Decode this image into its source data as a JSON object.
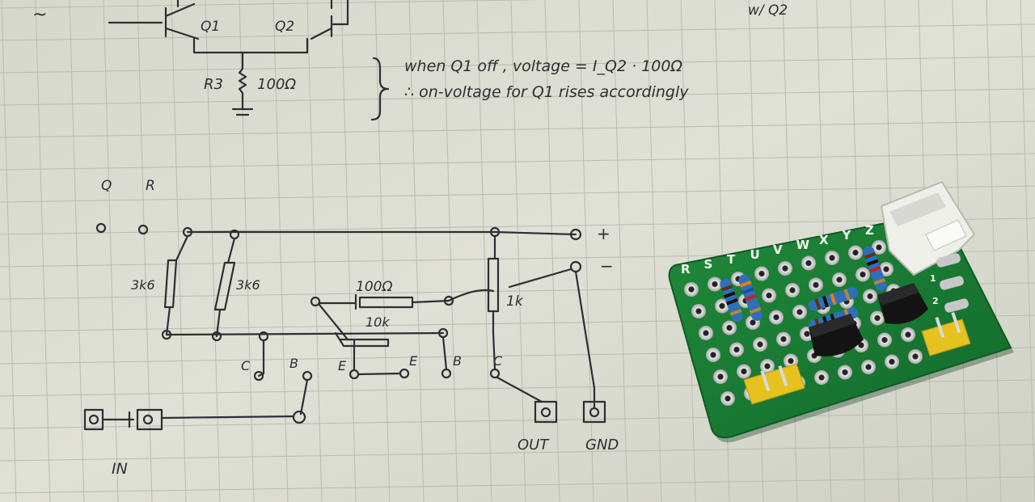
{
  "notes": {
    "top_left_mark": "~",
    "q1": "Q1",
    "q2": "Q2",
    "top_right": "w/ Q2",
    "r3": "R3",
    "r3_value": "100Ω",
    "note_line1": "when Q1 off , voltage = I_Q2 · 100Ω",
    "note_line2": "∴ on-voltage for Q1 rises accordingly"
  },
  "schematic": {
    "q_label": "Q",
    "r_label": "R",
    "plus": "+",
    "minus": "−",
    "r_left1": "3k6",
    "r_left2": "3k6",
    "r_100": "100Ω",
    "r_10k": "10k",
    "r_1k": "1k",
    "c1": "C",
    "b1": "B",
    "e1": "E",
    "e2": "E",
    "b2": "B",
    "c2": "C",
    "in": "IN",
    "out": "OUT",
    "gnd": "GND"
  },
  "pcb": {
    "letters": [
      "R",
      "S",
      "T",
      "U",
      "V",
      "W",
      "X",
      "Y",
      "Z"
    ],
    "pin_labels": [
      "1",
      "2"
    ]
  }
}
